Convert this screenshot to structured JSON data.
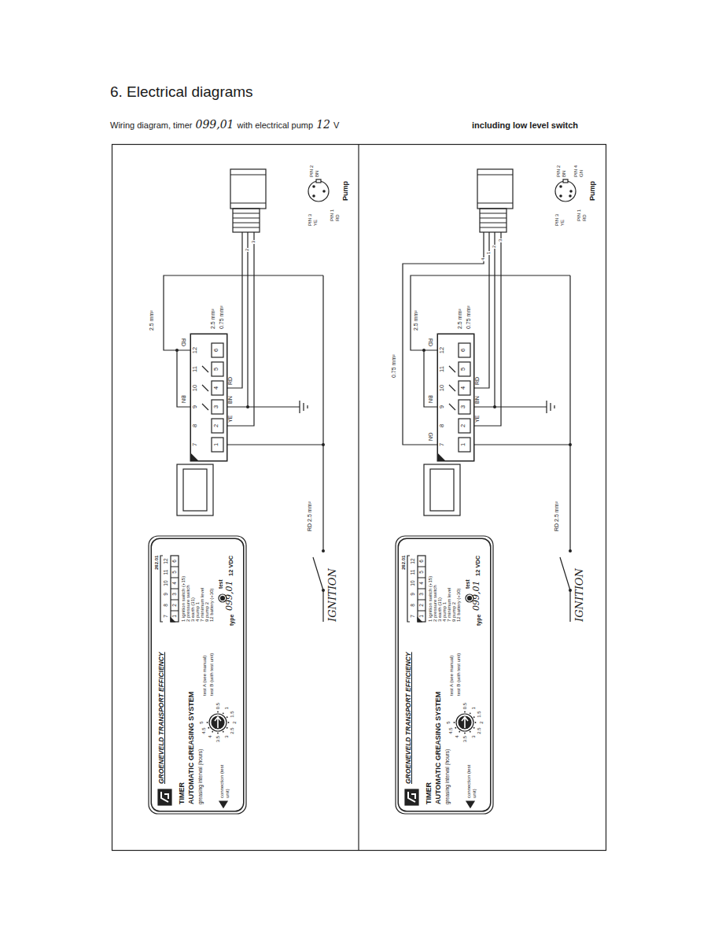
{
  "diagram": {
    "title": "6. Electrical diagrams",
    "nodes": [
      {
        "text": [
          "GROENEVELD TRANSPORT EFFICIENCY",
          "TIMER",
          "AUTOMATIC GREASING SYSTEM",
          "greasing interval (hours)",
          "test A (see manual)",
          "test B (with test unit)",
          "0.5",
          "1",
          "1.5",
          "2",
          "2.5",
          "3",
          "3.5",
          "4",
          "4.5",
          "5",
          "connection (test unit)",
          "262.01",
          "1 ignition switch (+15)",
          "2 pressure switch",
          "3 earth (31)",
          "4 pump 1",
          "7 minimum level",
          "9 pump 2",
          "12 battery (+30)",
          "test",
          "type",
          "099,01",
          "12 VDC",
          "7",
          "8",
          "9",
          "10",
          "11",
          "12",
          "1",
          "2",
          "3",
          "4",
          "5",
          "6"
        ]
      },
      {
        "text": [
          "7",
          "8",
          "9",
          "10",
          "11",
          "12",
          "1",
          "2",
          "3",
          "4",
          "5",
          "6"
        ]
      },
      {
        "text": [
          "Pump",
          "PIN 1 RD",
          "PIN 2 BN",
          "PIN 3 YE"
        ]
      },
      {
        "text": [
          "GROENEVELD TRANSPORT EFFICIENCY",
          "TIMER",
          "AUTOMATIC GREASING SYSTEM",
          "greasing interval (hours)",
          "test A (see manual)",
          "test B (with test unit)",
          "0.5",
          "1",
          "1.5",
          "2",
          "2.5",
          "3",
          "3.5",
          "4",
          "4.5",
          "5",
          "connection (test unit)",
          "262.01",
          "1 ignition switch (+15)",
          "2 pressure switch",
          "3 earth (31)",
          "4 pump 1",
          "7 minimum level",
          "9 pump 2",
          "12 battery (+30)",
          "test",
          "type",
          "099,01",
          "12 VDC",
          "7",
          "8",
          "9",
          "10",
          "11",
          "12",
          "1",
          "2",
          "3",
          "4",
          "5",
          "6"
        ]
      },
      {
        "text": [
          "7",
          "8",
          "9",
          "10",
          "11",
          "12",
          "1",
          "2",
          "3",
          "4",
          "5",
          "6"
        ]
      },
      {
        "text": [
          "Pump",
          "PIN 1 RD",
          "PIN 2 BN",
          "PIN 3 YE",
          "PIN 4 GN"
        ]
      }
    ],
    "edges": [
      {
        "from": 1,
        "to": 2,
        "arrow": "none"
      },
      {
        "from": 4,
        "to": 5,
        "arrow": "none"
      }
    ],
    "labels": [
      "Wiring diagram, timer",
      "099,01",
      "with electrical pump",
      "12",
      "V",
      "including low level switch",
      "RD",
      "BN",
      "2.5 mm²",
      "2.5 mm²",
      "0.75 mm²",
      "YE",
      "BN",
      "RD",
      "RD 2.5 mm²",
      "IGNITION",
      "2",
      "3",
      "RD",
      "BN",
      "GN",
      "0.75 mm²",
      "2.5 mm²",
      "2.5 mm²",
      "0.75 mm²",
      "YE",
      "BN",
      "RD",
      "RD 2.5 mm²",
      "IGNITION",
      "4",
      "1",
      "2",
      "3"
    ]
  }
}
